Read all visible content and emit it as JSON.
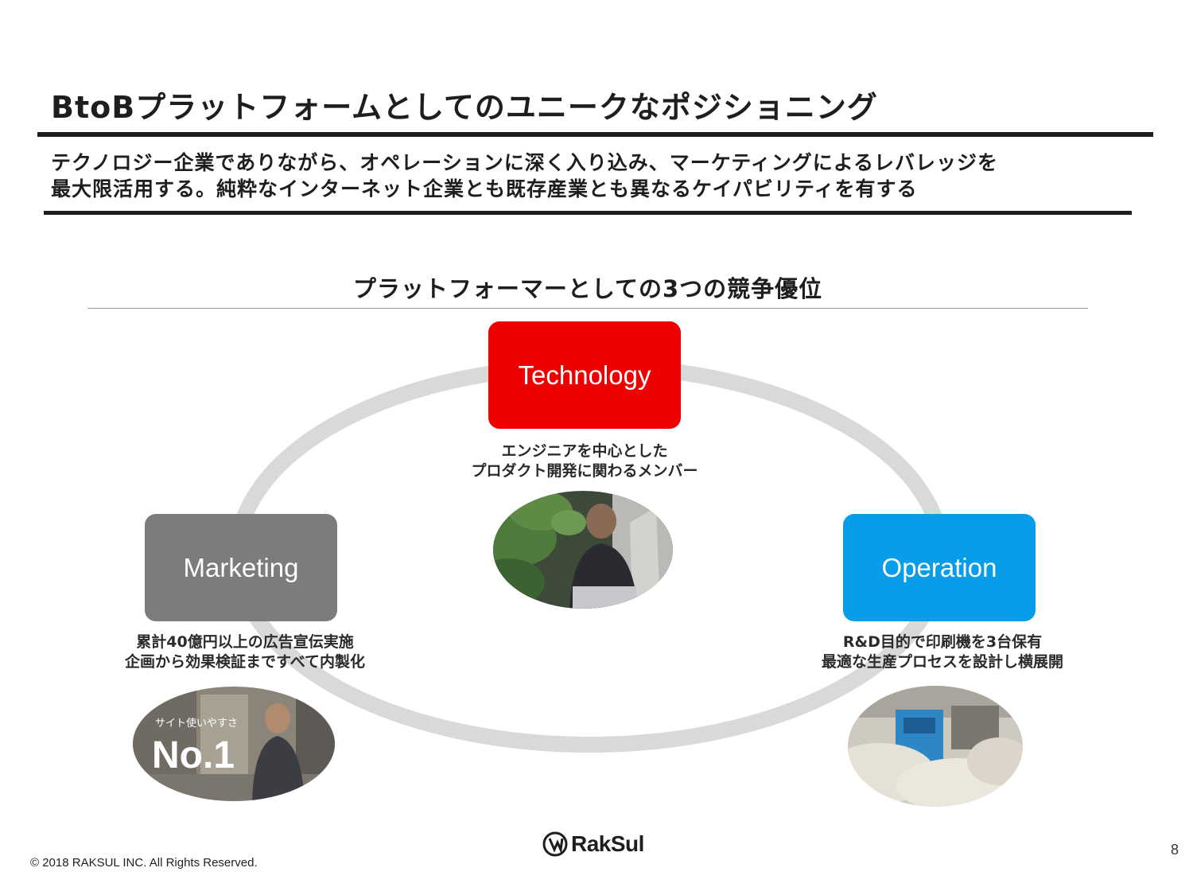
{
  "slide": {
    "title": "BtoBプラットフォームとしてのユニークなポジショニング",
    "subtitle_line1": "テクノロジー企業でありながら、オペレーションに深く入り込み、マーケティングによるレバレッジを",
    "subtitle_line2": "最大限活用する。純粋なインターネット企業とも既存産業とも異なるケイパビリティを有する",
    "section_heading": "プラットフォーマーとしての3つの競争優位"
  },
  "pillars": [
    {
      "label": "Technology",
      "color": "#ee0000",
      "desc_line1": "エンジニアを中心とした",
      "desc_line2": "プロダクト開発に関わるメンバー"
    },
    {
      "label": "Marketing",
      "color": "#7c7c7c",
      "desc_line1": "累計40億円以上の広告宣伝実施",
      "desc_line2": "企画から効果検証まですべて内製化",
      "photo_text_small": "サイト使いやすさ",
      "photo_text_big": "No.1"
    },
    {
      "label": "Operation",
      "color": "#079de8",
      "desc_line1": "R&D目的で印刷機を3台保有",
      "desc_line2": "最適な生産プロセスを設計し横展開"
    }
  ],
  "footer": {
    "copyright": "© 2018 RAKSUL INC. All Rights Reserved.",
    "logo_text": "RakSul",
    "page_number": "8"
  }
}
